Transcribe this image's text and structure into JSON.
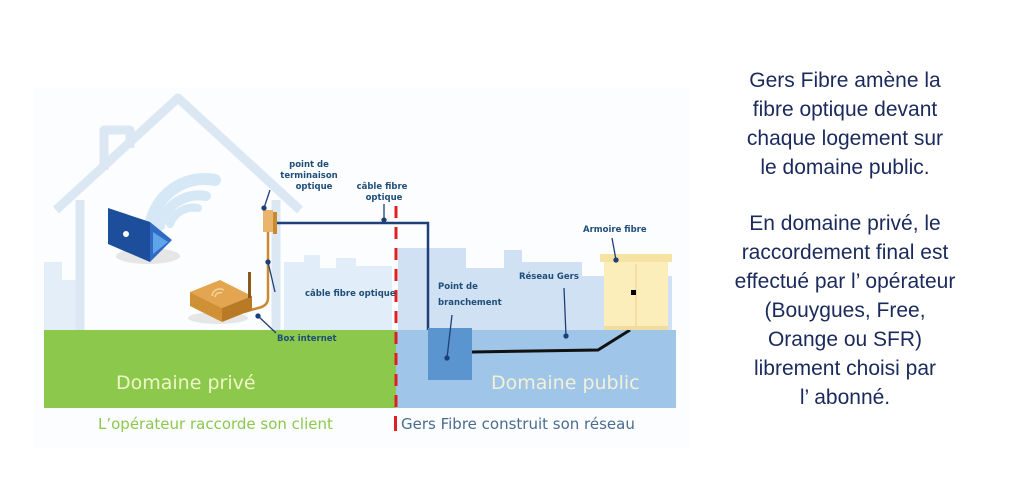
{
  "diagram": {
    "labels": {
      "terminaison": [
        "point de",
        "terminaison",
        "optique"
      ],
      "cable_top": [
        "câble fibre",
        "optique"
      ],
      "cable_side": "câble fibre optique",
      "box": "Box internet",
      "point_branchement": [
        "Point de",
        "branchement"
      ],
      "reseau": "Réseau Gers",
      "armoire": "Armoire fibre"
    },
    "domains": {
      "prive": "Domaine privé",
      "public": "Domaine public"
    },
    "captions": {
      "prive": "L’opérateur raccorde son client",
      "public": "Gers Fibre construit son réseau"
    },
    "colors": {
      "prive_green": "#8cc84b",
      "public_blue": "#9fc5e8",
      "separator_red": "#e02020",
      "label_blue": "#1f4e79",
      "cable_orange": "#c98a2e",
      "cabinet_yellow": "#fbeebb"
    }
  },
  "side_text": {
    "paragraph1": [
      "Gers Fibre amène la",
      "fibre optique devant",
      "chaque logement sur",
      "le domaine public."
    ],
    "paragraph2": [
      "En domaine privé, le",
      "raccordement final est",
      "effectué par l’ opérateur",
      "(Bouygues, Free,",
      "Orange ou SFR)",
      "librement choisi par",
      "l’ abonné."
    ]
  }
}
